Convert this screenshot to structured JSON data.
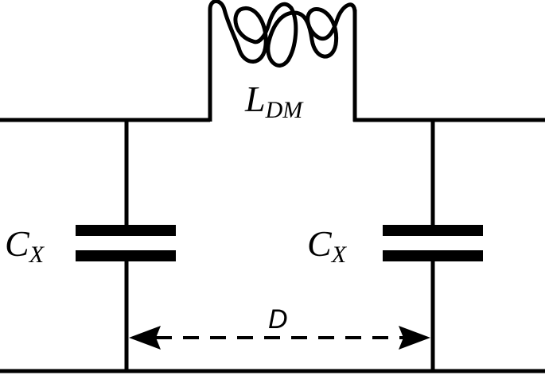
{
  "diagram": {
    "inductor_label": {
      "main": "L",
      "sub": "DM"
    },
    "capacitor_left_label": {
      "main": "C",
      "sub": "X"
    },
    "capacitor_right_label": {
      "main": "C",
      "sub": "X"
    },
    "distance_label": "D"
  }
}
